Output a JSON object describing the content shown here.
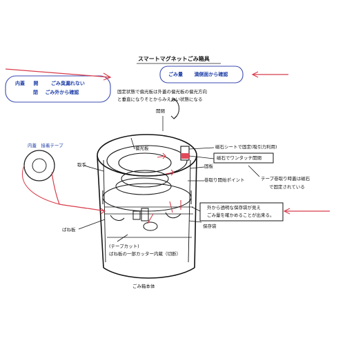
{
  "title": "スマートマグネットごみ箱具",
  "callout_left": {
    "line1_a": "内蓋",
    "line1_b": "開",
    "line1_c": "ごみ臭漏れない",
    "line2_a": "閉",
    "line2_b": "ごみ外から確認"
  },
  "callout_right": {
    "a": "ごみ量",
    "b": "満側面から確認"
  },
  "note_top": {
    "line1": "固定状態で偏光板は外蓋の偏光板の偏光方向",
    "line2": "と垂直になりそとからみえない状態になる"
  },
  "labels": {
    "kaihei": "開閉",
    "henkoban": "偏光板",
    "magnet_sheet": "磁石シートで固定(吸引力利用)",
    "magnet_one_touch": "磁石でワンタッチ開閉",
    "toritte": "取手",
    "ita": "固板",
    "start_point": "巻取り開始ポイント",
    "tape_note_1": "テープ巻取り時蓋は磁石",
    "tape_note_2": "で固定されている",
    "visible_1": "外から透明な保存袋が見え",
    "visible_2": "ごみ量を確かめることが出来る。",
    "hozonbukuro": "保存袋",
    "banekiban": "ばね板",
    "tape_cut": "(テープカット)",
    "cutter": "ばね板の一部カッター内蔵（切断）",
    "body": "ごみ箱本体",
    "inner_tape": "内蓋　接着テープ"
  }
}
